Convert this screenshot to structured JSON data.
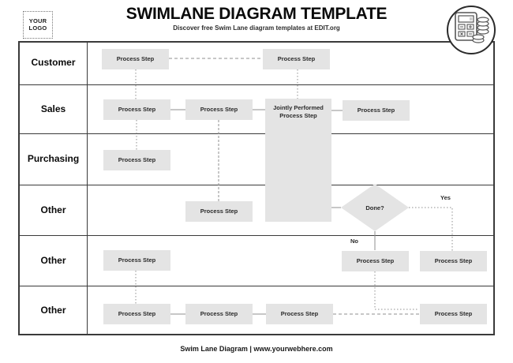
{
  "header": {
    "logo_text": "YOUR\nLOGO",
    "title": "SWIMLANE DIAGRAM TEMPLATE",
    "subtitle": "Discover free Swim Lane diagram templates at EDIT.org"
  },
  "lanes": [
    {
      "label": "Customer"
    },
    {
      "label": "Sales"
    },
    {
      "label": "Purchasing"
    },
    {
      "label": "Other"
    },
    {
      "label": "Other"
    },
    {
      "label": "Other"
    }
  ],
  "nodes": {
    "customer_1": {
      "label": "Process Step"
    },
    "customer_2": {
      "label": "Process Step"
    },
    "sales_1": {
      "label": "Process Step"
    },
    "sales_2": {
      "label": "Process Step"
    },
    "joint": {
      "label": "Jointly Performed Process Step"
    },
    "sales_3": {
      "label": "Process Step"
    },
    "purchasing_1": {
      "label": "Process Step"
    },
    "other1_1": {
      "label": "Process Step"
    },
    "other2_a": {
      "label": "Process Step"
    },
    "other2_b": {
      "label": "Process Step"
    },
    "other2_c": {
      "label": "Process Step"
    },
    "other3_1": {
      "label": "Process Step"
    },
    "other3_2": {
      "label": "Process Step"
    },
    "other3_3": {
      "label": "Process Step"
    },
    "other3_4": {
      "label": "Process Step"
    }
  },
  "decision": {
    "label": "Done?",
    "yes": "Yes",
    "no": "No"
  },
  "footer": {
    "text": "Swim Lane Diagram | www.yourwebhere.com"
  },
  "colors": {
    "box_fill": "#e4e4e4",
    "connector": "#8f8f8f",
    "grid": "#3a3a3a"
  }
}
